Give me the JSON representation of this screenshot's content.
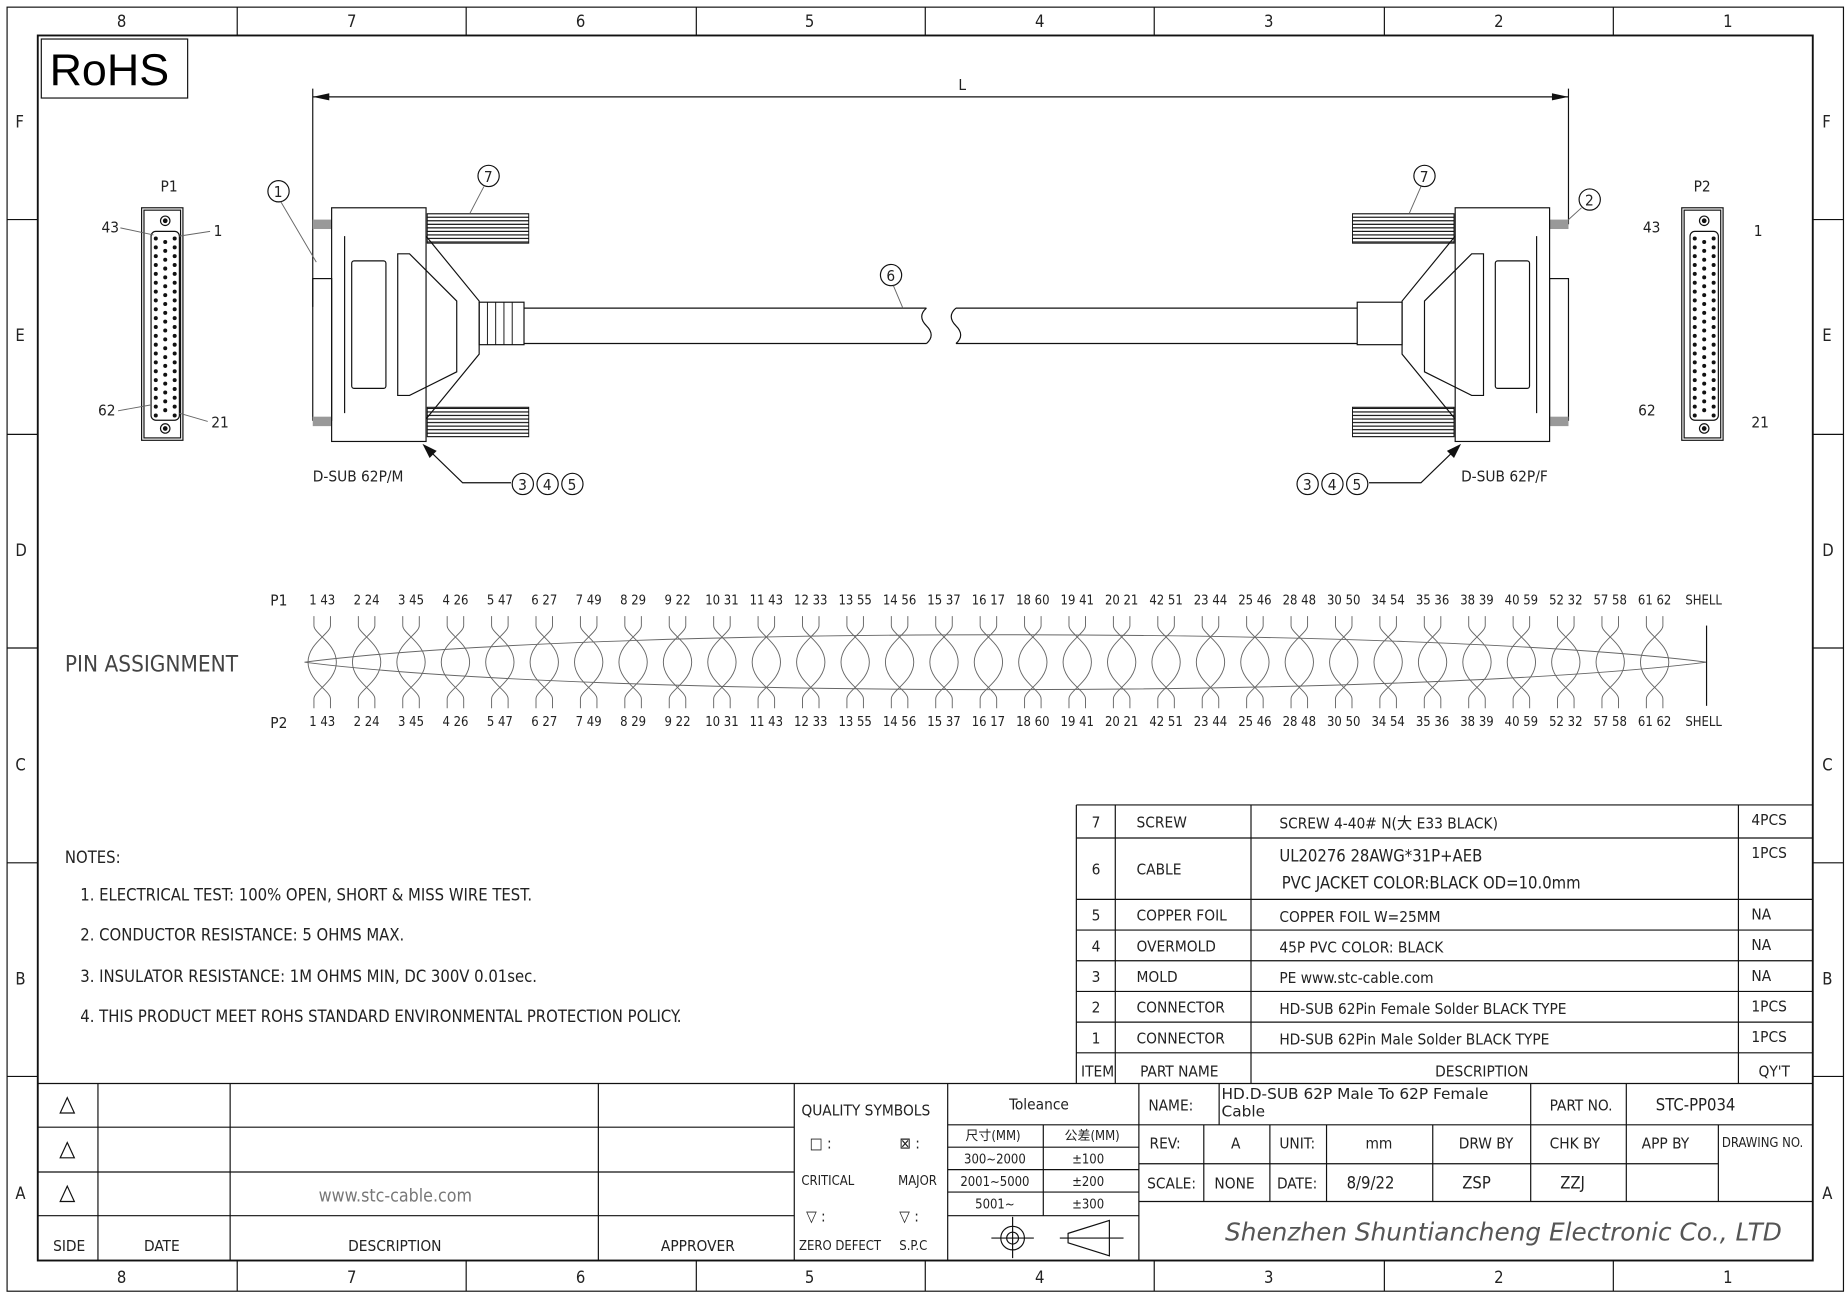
{
  "rohs": "RoHS",
  "zones": {
    "cols": [
      "8",
      "7",
      "6",
      "5",
      "4",
      "3",
      "2",
      "1"
    ],
    "rows": [
      "F",
      "E",
      "D",
      "C",
      "B",
      "A"
    ]
  },
  "drawing": {
    "length_label": "L",
    "p1": "P1",
    "p2": "P2",
    "p1_pins": {
      "tl": "43",
      "tr": "1",
      "bl": "62",
      "br": "21"
    },
    "p2_pins": {
      "tl": "43",
      "tr": "1",
      "bl": "62",
      "br": "21"
    },
    "callouts": {
      "c1": "1",
      "c2": "2",
      "c6": "6",
      "c7": "7",
      "c3": "3",
      "c4": "4",
      "c5": "5"
    },
    "left_conn": "D-SUB 62P/M",
    "right_conn": "D-SUB 62P/F"
  },
  "pin_assignment": {
    "title": "PIN ASSIGNMENT",
    "p1": "P1",
    "p2": "P2",
    "shell": "SHELL",
    "pairs": [
      "1 43",
      "2 24",
      "3 45",
      "4 26",
      "5 47",
      "6 27",
      "7 49",
      "8 29",
      "9 22",
      "10 31",
      "11 43",
      "12 33",
      "13 55",
      "14 56",
      "15 37",
      "16 17",
      "18 60",
      "19 41",
      "20 21",
      "42 51",
      "23 44",
      "25 46",
      "28 48",
      "30 50",
      "34 54",
      "35 36",
      "38 39",
      "40 59",
      "52 32",
      "57 58",
      "61 62"
    ]
  },
  "notes": {
    "title": "NOTES:",
    "items": [
      "1. ELECTRICAL TEST: 100%  OPEN, SHORT & MISS WIRE TEST.",
      "2. CONDUCTOR RESISTANCE: 5 OHMS MAX.",
      "3. INSULATOR RESISTANCE: 1M OHMS MIN, DC 300V 0.01sec.",
      "4. THIS PRODUCT MEET ROHS STANDARD ENVIRONMENTAL PROTECTION POLICY."
    ]
  },
  "bom": {
    "headers": {
      "item": "ITEM",
      "part": "PART NAME",
      "desc": "DESCRIPTION",
      "qty": "QY'T"
    },
    "rows": [
      {
        "item": "7",
        "part": "SCREW",
        "desc": "SCREW 4-40# N(大 E33 BLACK)",
        "desc2": "",
        "qty": "4PCS"
      },
      {
        "item": "6",
        "part": "CABLE",
        "desc": "UL20276 28AWG*31P+AEB",
        "desc2": "PVC JACKET COLOR:BLACK OD=10.0mm",
        "qty": "1PCS"
      },
      {
        "item": "5",
        "part": "COPPER FOIL",
        "desc": "COPPER FOIL W=25MM",
        "desc2": "",
        "qty": "NA"
      },
      {
        "item": "4",
        "part": "OVERMOLD",
        "desc": "45P PVC COLOR: BLACK",
        "desc2": "",
        "qty": "NA"
      },
      {
        "item": "3",
        "part": "MOLD",
        "desc": "PE  www.stc-cable.com",
        "desc2": "",
        "qty": "NA"
      },
      {
        "item": "2",
        "part": "CONNECTOR",
        "desc": "HD-SUB 62Pin Female Solder BLACK TYPE",
        "desc2": "",
        "qty": "1PCS"
      },
      {
        "item": "1",
        "part": "CONNECTOR",
        "desc": "HD-SUB 62Pin Male Solder BLACK TYPE",
        "desc2": "",
        "qty": "1PCS"
      }
    ]
  },
  "revision": {
    "headers": {
      "side": "SIDE",
      "date": "DATE",
      "desc": "DESCRIPTION",
      "approver": "APPROVER"
    },
    "watermark": "www.stc-cable.com"
  },
  "quality": {
    "title": "QUALITY SYMBOLS",
    "critical": "CRITICAL",
    "major": "MAJOR",
    "zero": "ZERO DEFECT",
    "spc": "S.P.C",
    "sym1": "□ :",
    "sym2": "⊠ :",
    "sym3": "▽ :",
    "sym4": "▽ :"
  },
  "tolerance": {
    "title": "Toleance",
    "h1": "尺寸(MM)",
    "h2": "公差(MM)",
    "rows": [
      [
        "300~2000",
        "±100"
      ],
      [
        "2001~5000",
        "±200"
      ],
      [
        "5001~",
        "±300"
      ]
    ]
  },
  "title_block": {
    "name_label": "NAME:",
    "name": "HD.D-SUB 62P Male To 62P Female Cable",
    "part_no_label": "PART NO.",
    "part_no": "STC-PP034",
    "rev_label": "REV:",
    "rev": "A",
    "unit_label": "UNIT:",
    "unit": "mm",
    "drw_by_label": "DRW BY",
    "chk_by_label": "CHK BY",
    "app_by_label": "APP BY",
    "drawing_no_label": "DRAWING NO.",
    "scale_label": "SCALE:",
    "scale": "NONE",
    "date_label": "DATE:",
    "date": "8/9/22",
    "drw_by": "ZSP",
    "chk_by": "ZZJ",
    "company": "Shenzhen Shuntiancheng Electronic Co., LTD"
  }
}
